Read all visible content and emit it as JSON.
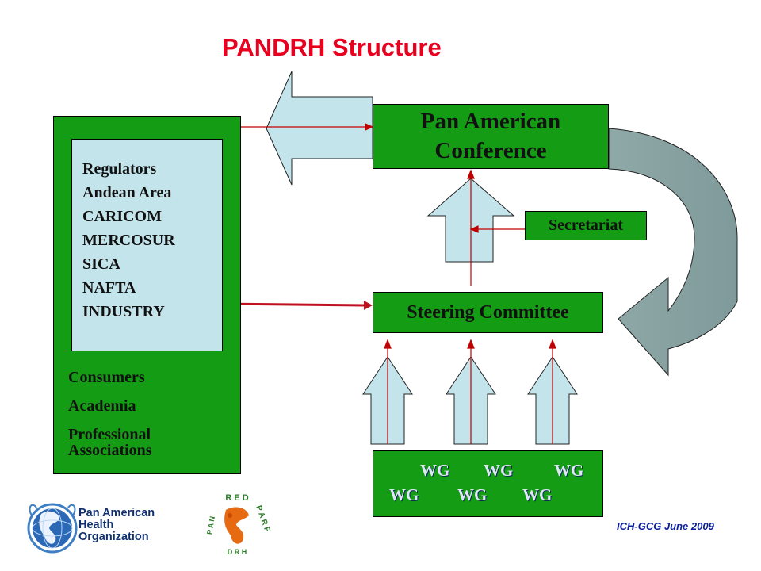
{
  "title": "PANDRH Structure",
  "stakeholders": {
    "regulators": [
      "Regulators",
      "Andean Area",
      "CARICOM",
      "MERCOSUR",
      "SICA",
      "NAFTA",
      "INDUSTRY"
    ],
    "others": [
      "Consumers",
      "Academia",
      "Professional Associations"
    ]
  },
  "conference": {
    "line1": "Pan American",
    "line2": "Conference"
  },
  "secretariat": "Secretariat",
  "steering_committee": "Steering Committee",
  "working_groups": {
    "label": "WG",
    "top_row": [
      "WG",
      "WG",
      "WG"
    ],
    "bottom_row": [
      "WG",
      "WG",
      "WG"
    ]
  },
  "logos": {
    "paho": {
      "name": "Pan American Health Organization",
      "lines": [
        "Pan American",
        "Health",
        "Organization"
      ]
    },
    "red_parf": {
      "lettering": "RED PARF PANDRH"
    }
  },
  "footer": "ICH-GCG June 2009",
  "colors": {
    "box_green": "#149c14",
    "light_blue": "#c4e4ec",
    "title_red": "#e8001f",
    "connector_red": "#c00000",
    "curved_arrow": "#8fa8a8",
    "footer_blue": "#0b1f9a"
  }
}
